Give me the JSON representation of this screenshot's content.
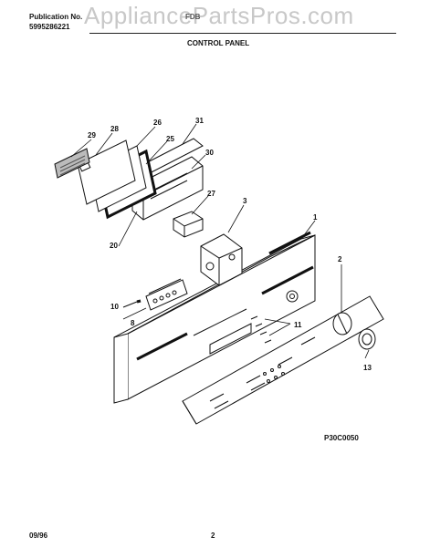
{
  "header": {
    "publication_label": "Publication No.",
    "publication_number": "5995286221",
    "model_fragment": "FDB",
    "section_title": "CONTROL PANEL",
    "watermark": "AppliancePartsPros.com"
  },
  "diagram": {
    "figure_code": "P30C0050",
    "callouts": [
      "1",
      "2",
      "3",
      "8",
      "10",
      "11",
      "13",
      "20",
      "25",
      "26",
      "27",
      "28",
      "29",
      "30",
      "31"
    ]
  },
  "footer": {
    "date": "09/96",
    "page_number": "2"
  }
}
